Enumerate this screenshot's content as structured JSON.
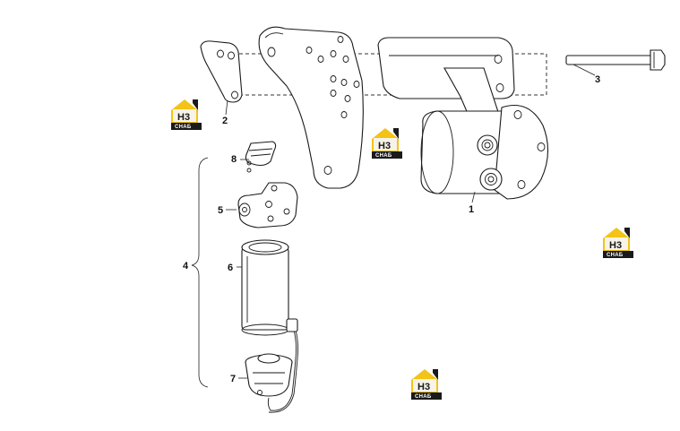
{
  "diagram": {
    "callouts": [
      "1",
      "2",
      "3",
      "4",
      "5",
      "6",
      "7",
      "8"
    ],
    "watermark": {
      "top_text": "H3",
      "bottom_text": "СНАБ"
    },
    "colors": {
      "line": "#1a1a1a",
      "logo_yellow": "#f3c316",
      "logo_dark": "#1a1a1a"
    }
  }
}
